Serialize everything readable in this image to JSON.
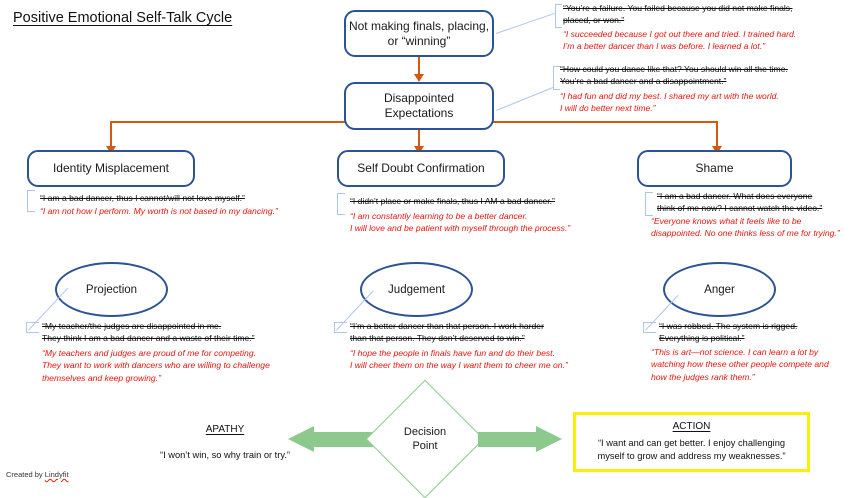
{
  "title": "Positive Emotional Self-Talk Cycle",
  "credit": {
    "prefix": "Created by ",
    "name": "Lindyfit"
  },
  "colors": {
    "box_border": "#2E5395",
    "connector_orange": "#D2590D",
    "negative_text": "#111111",
    "positive_text": "#E8140C",
    "leader_line": "#AFC6E9",
    "arrow_green": "#8DC98C",
    "action_border": "#FAEF09"
  },
  "nodes": {
    "trigger": {
      "label": "Not making finals, placing,\nor “winning”"
    },
    "expectations": {
      "label": "Disappointed\nExpectations"
    },
    "identity": {
      "label": "Identity Misplacement"
    },
    "selfdoubt": {
      "label": "Self Doubt Confirmation"
    },
    "shame": {
      "label": "Shame"
    },
    "projection": {
      "label": "Projection"
    },
    "judgement": {
      "label": "Judgement"
    },
    "anger": {
      "label": "Anger"
    },
    "decision": {
      "label": "Decision\nPoint"
    }
  },
  "notes": {
    "trigger": {
      "negative": "“You’re a failure. You failed because you did not make finals,\nplaced, or won.”",
      "positive": "“I succeeded because I got out there and tried. I trained hard.\nI’m a better dancer than I was before. I learned a lot.”"
    },
    "expectations": {
      "negative": "“How could you dance like that? You should win all the time.\nYou’re a bad dancer and a disappointment.”",
      "positive": "“I had fun and did my best. I shared my art with the world.\nI will do better next time.”"
    },
    "identity": {
      "negative": "“I am a bad dancer, thus I cannot/will not love myself.”",
      "positive": "“I am not how I perform. My worth is not based in my dancing.”"
    },
    "selfdoubt": {
      "negative": "“I didn’t place or make finals, thus I AM a bad dancer.”",
      "positive": "“I am constantly learning to be a better dancer.\nI will love and be patient with myself through the process.”"
    },
    "shame": {
      "negative": "“I am a bad dancer. What does everyone\nthink of me now? I cannot watch the video.”",
      "positive": "“Everyone knows what it feels like to be\ndisappointed. No one thinks less of me for trying.”"
    },
    "projection": {
      "negative": "“My teacher/the judges are disappointed in me.\nThey think I am a bad dancer and a waste of their time.”",
      "positive": "“My teachers and judges are proud of me for competing.\nThey want to work with dancers who are willing to challenge\nthemselves and keep growing.”"
    },
    "judgement": {
      "negative": "“I’m a better dancer than that person. I work harder\nthan that person. They don’t deserved to win.”",
      "positive": "“I hope the people in finals have fun and do their best.\nI will cheer them on the way I want them to cheer me on.”"
    },
    "anger": {
      "negative": "“I was robbed. The system is rigged.\nEverything is political.”",
      "positive": "“This is art—not science. I can learn a lot by\nwatching how these other people compete and\nhow the judges rank them.”"
    }
  },
  "outcomes": {
    "apathy": {
      "heading": "APATHY",
      "body": "“I won’t win, so why train or try.”"
    },
    "action": {
      "heading": "ACTION",
      "body": "“I want and can get better. I enjoy challenging\nmyself to grow and address my weaknesses.”"
    }
  }
}
